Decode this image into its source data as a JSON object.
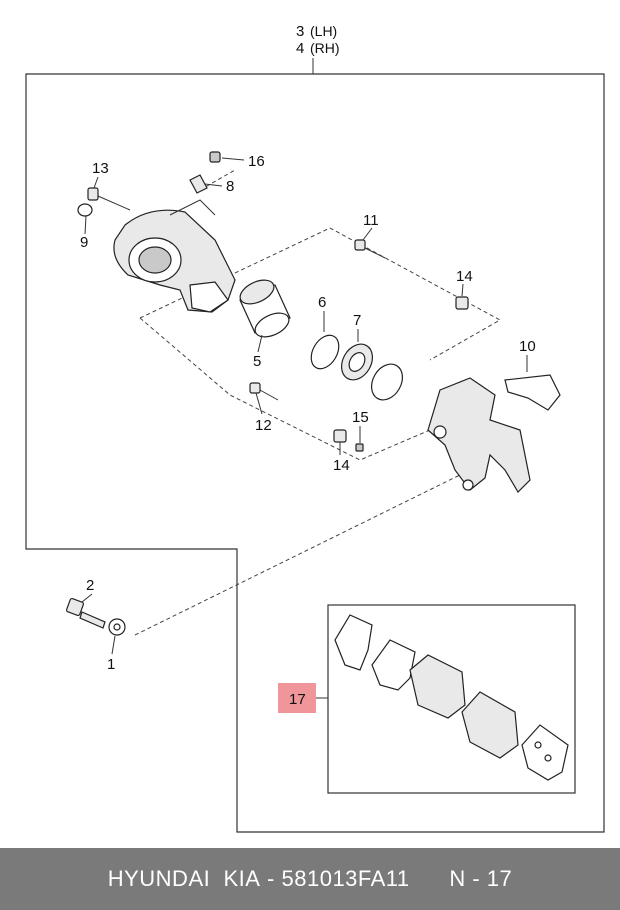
{
  "callouts": {
    "c3": "3",
    "c3_side": "(LH)",
    "c4": "4",
    "c4_side": "(RH)",
    "c16": "16",
    "c8": "8",
    "c13": "13",
    "c9": "9",
    "c11": "11",
    "c14a": "14",
    "c5": "5",
    "c6": "6",
    "c7": "7",
    "c10": "10",
    "c12": "12",
    "c15": "15",
    "c14b": "14",
    "c2": "2",
    "c1": "1",
    "c17": "17"
  },
  "colors": {
    "highlight": "#f0969b",
    "footer_bg": "#7a7a7a"
  },
  "footer": {
    "brand": "HYUNDAI",
    "make": "KIA",
    "part_number": "581013FA11",
    "ref": "N - 17"
  }
}
